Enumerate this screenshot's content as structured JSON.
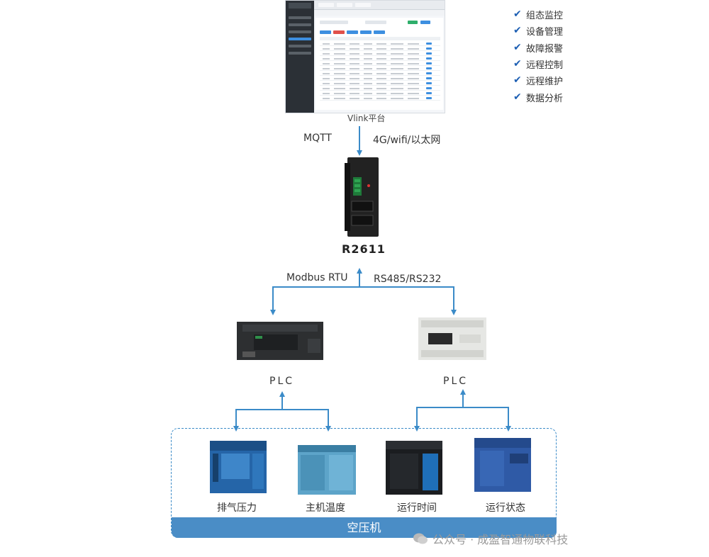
{
  "platform": {
    "caption": "Vlink平台"
  },
  "features": [
    {
      "label": "组态监控",
      "icon": "check-icon"
    },
    {
      "label": "设备管理",
      "icon": "check-icon"
    },
    {
      "label": "故障报警",
      "icon": "check-icon"
    },
    {
      "label": "远程控制",
      "icon": "check-icon"
    },
    {
      "label": "远程维护",
      "icon": "check-icon"
    },
    {
      "label": "数据分析",
      "icon": "check-icon"
    }
  ],
  "links": {
    "mqtt": "MQTT",
    "network": "4G/wifi/以太网",
    "modbus": "Modbus RTU",
    "serial": "RS485/RS232"
  },
  "gateway": {
    "name": "R2611"
  },
  "plcs": [
    {
      "label": "PLC"
    },
    {
      "label": "PLC"
    }
  ],
  "compressors": [
    {
      "label": "排气压力"
    },
    {
      "label": "主机温度"
    },
    {
      "label": "运行时间"
    },
    {
      "label": "运行状态"
    }
  ],
  "zone": {
    "title": "空压机"
  },
  "watermark": {
    "text": "公众号 · 成盈智通物联科技",
    "icon": "wechat-icon"
  },
  "colors": {
    "arrow": "#3b8bc8",
    "banner": "#4a8dc6",
    "check": "#1d5fb3"
  }
}
